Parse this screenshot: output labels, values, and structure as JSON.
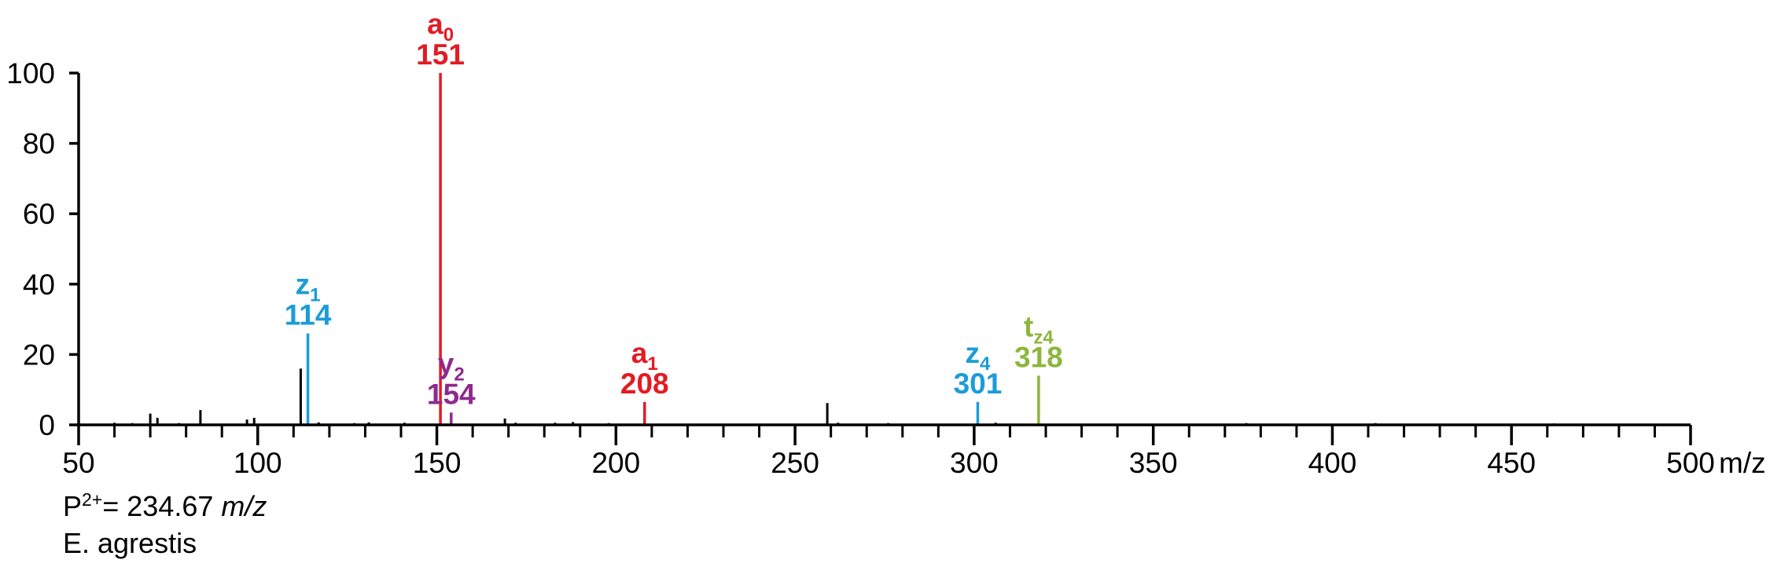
{
  "chart_data": {
    "type": "stick-spectrum",
    "xlabel": "m/z",
    "xlim": [
      50,
      500
    ],
    "ylim": [
      0,
      100
    ],
    "xticks_major": [
      50,
      100,
      150,
      200,
      250,
      300,
      350,
      400,
      450,
      500
    ],
    "xtick_minor_step": 10,
    "yticks": [
      0,
      20,
      40,
      60,
      80,
      100
    ],
    "colors": {
      "a": "#e31b23",
      "y": "#8e2a8e",
      "z": "#1b9cd9",
      "t": "#8cb63c",
      "peak": "#000000"
    },
    "annotated_peaks": [
      {
        "ion": "z",
        "sub": "1",
        "mz": 114,
        "intensity": 26,
        "label": "114",
        "color_key": "z"
      },
      {
        "ion": "a",
        "sub": "0",
        "mz": 151,
        "intensity": 100,
        "label": "151",
        "color_key": "a"
      },
      {
        "ion": "y",
        "sub": "2",
        "mz": 154,
        "intensity": 3.5,
        "label": "154",
        "color_key": "y"
      },
      {
        "ion": "a",
        "sub": "1",
        "mz": 208,
        "intensity": 6.5,
        "label": "208",
        "color_key": "a"
      },
      {
        "ion": "z",
        "sub": "4",
        "mz": 301,
        "intensity": 6.5,
        "label": "301",
        "color_key": "z"
      },
      {
        "ion": "t",
        "sub": "z4",
        "mz": 318,
        "intensity": 14,
        "label": "318",
        "color_key": "t"
      }
    ],
    "other_peaks": [
      {
        "mz": 60,
        "intensity": 0.6
      },
      {
        "mz": 65,
        "intensity": 0.5
      },
      {
        "mz": 70,
        "intensity": 3.2
      },
      {
        "mz": 72,
        "intensity": 2.0
      },
      {
        "mz": 78,
        "intensity": 0.5
      },
      {
        "mz": 84,
        "intensity": 4.2
      },
      {
        "mz": 97,
        "intensity": 1.5
      },
      {
        "mz": 99,
        "intensity": 2.0
      },
      {
        "mz": 112,
        "intensity": 16
      },
      {
        "mz": 117,
        "intensity": 0.7
      },
      {
        "mz": 127,
        "intensity": 0.5
      },
      {
        "mz": 131,
        "intensity": 0.7
      },
      {
        "mz": 141,
        "intensity": 0.6
      },
      {
        "mz": 169,
        "intensity": 1.8
      },
      {
        "mz": 172,
        "intensity": 0.6
      },
      {
        "mz": 183,
        "intensity": 0.6
      },
      {
        "mz": 188,
        "intensity": 0.8
      },
      {
        "mz": 198,
        "intensity": 0.5
      },
      {
        "mz": 259,
        "intensity": 6.2
      },
      {
        "mz": 262,
        "intensity": 0.6
      },
      {
        "mz": 276,
        "intensity": 0.5
      },
      {
        "mz": 306,
        "intensity": 0.6
      },
      {
        "mz": 376,
        "intensity": 0.5
      },
      {
        "mz": 412,
        "intensity": 0.5
      },
      {
        "mz": 462,
        "intensity": 0.4
      }
    ]
  },
  "annotations": {
    "precursor_prefix": "P",
    "precursor_charge": "2+",
    "precursor_value": "= 234.67 ",
    "precursor_unit": "m/z",
    "species": "E. agrestis"
  }
}
